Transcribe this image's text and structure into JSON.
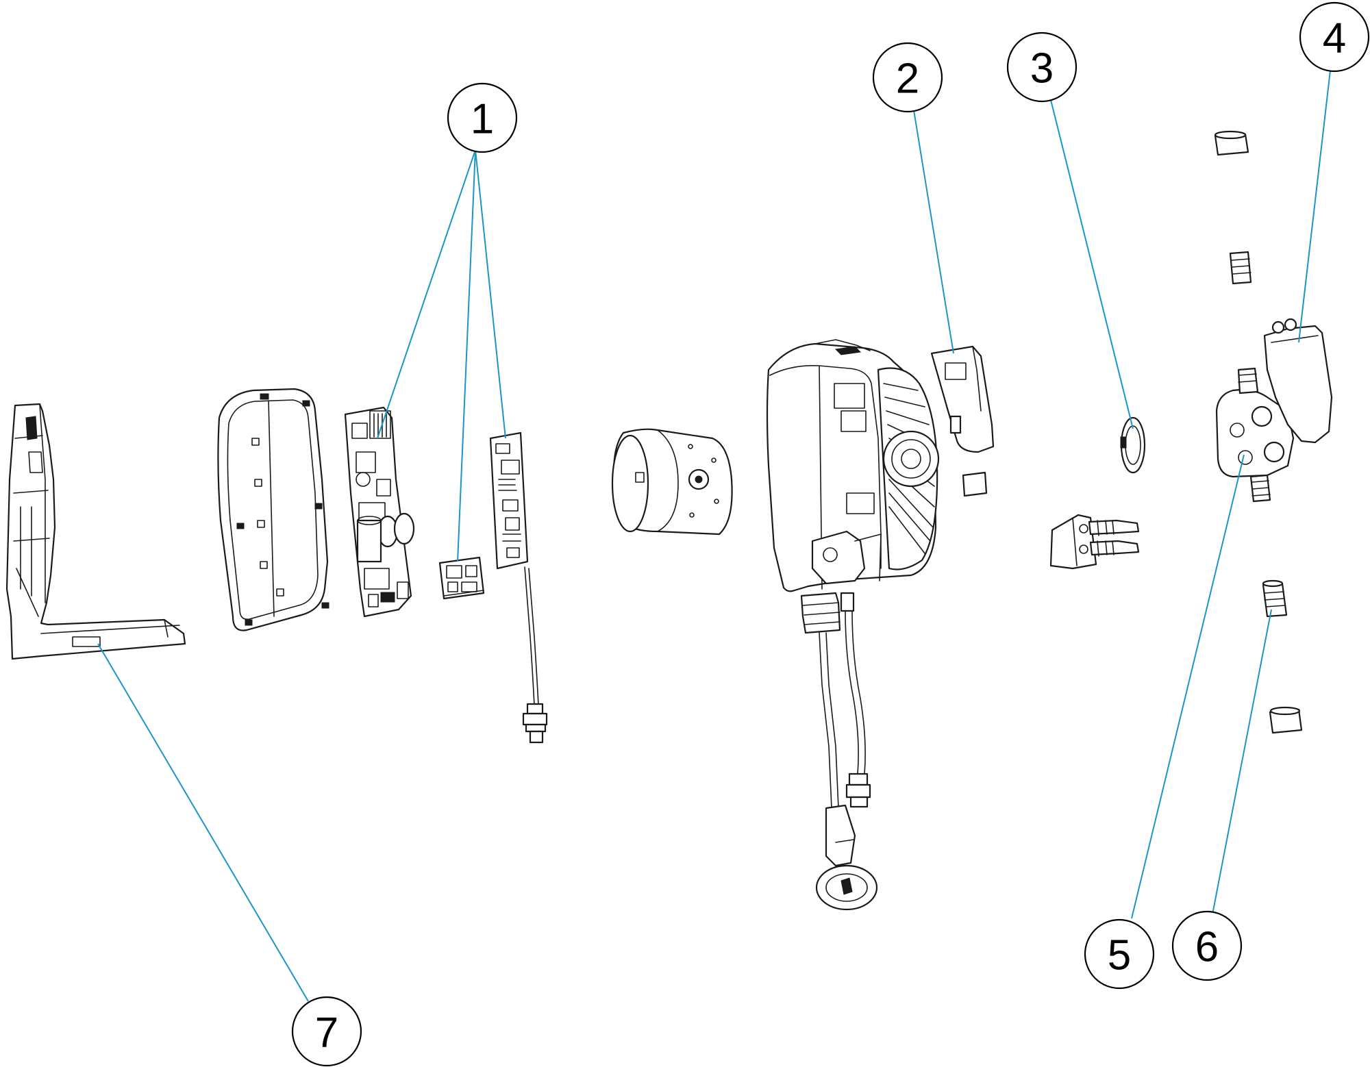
{
  "callouts": [
    {
      "label": "1"
    },
    {
      "label": "2"
    },
    {
      "label": "3"
    },
    {
      "label": "4"
    },
    {
      "label": "5"
    },
    {
      "label": "6"
    },
    {
      "label": "7"
    }
  ],
  "colors": {
    "leader_line": "#1b95c9",
    "part_outline": "#1a1a1a",
    "background": "#ffffff"
  }
}
